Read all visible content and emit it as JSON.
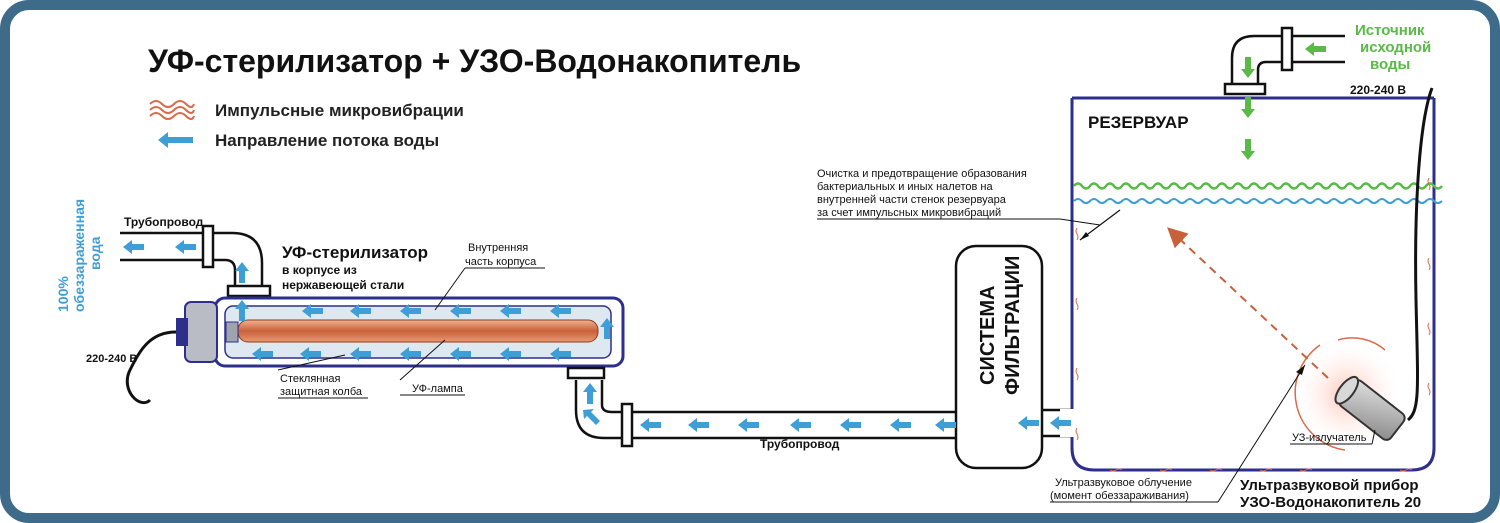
{
  "title": "УФ-стерилизатор + УЗО-Водонакопитель",
  "legend": {
    "vibration": "Импульсные микровибрации",
    "flow": "Направление потока воды"
  },
  "outlet": {
    "line1": "100%",
    "line2": "обеззараженная",
    "line3": "вода",
    "pipe_label": "Трубопровод"
  },
  "sterilizer": {
    "title": "УФ-стерилизатор",
    "subtitle_line1": "в корпусе из",
    "subtitle_line2": "нержавеющей стали",
    "inner_line1": "Внутренняя",
    "inner_line2": "часть корпуса",
    "flask_line1": "Стеклянная",
    "flask_line2": "защитная колба",
    "lamp": "УФ-лампа",
    "power": "220-240 В"
  },
  "pipeline_label": "Трубопровод",
  "filter": {
    "line1": "СИСТЕМА",
    "line2": "ФИЛЬТРАЦИИ"
  },
  "reservoir": {
    "title": "РЕЗЕРВУАР",
    "note_line1": "Очистка и предотвращение образования",
    "note_line2": "бактериальных и иных налетов на",
    "note_line3": "внутренней части стенок резервуара",
    "note_line4": "за счет импульсных микровибраций",
    "power": "220-240 В",
    "emitter": "УЗ-излучатель",
    "irradiation_line1": "Ультразвуковое облучение",
    "irradiation_line2": "(момент обеззараживания)"
  },
  "source": {
    "line1": "Источник",
    "line2": "исходной",
    "line3": "воды"
  },
  "device": {
    "line1": "Ультразвуковой прибор",
    "line2": "УЗО-Водонакопитель 20"
  },
  "colors": {
    "frame": "#3e6b8a",
    "outline": "#2e2f8c",
    "flow_arrow": "#3d9fd6",
    "source_arrow": "#5ab947",
    "lamp": "#c8603a",
    "vibration": "#d96a4a",
    "water_surface": "#5ab947",
    "water_line": "#3d9fd6",
    "source_text": "#5ab947",
    "outlet_text": "#3d9fd6"
  }
}
